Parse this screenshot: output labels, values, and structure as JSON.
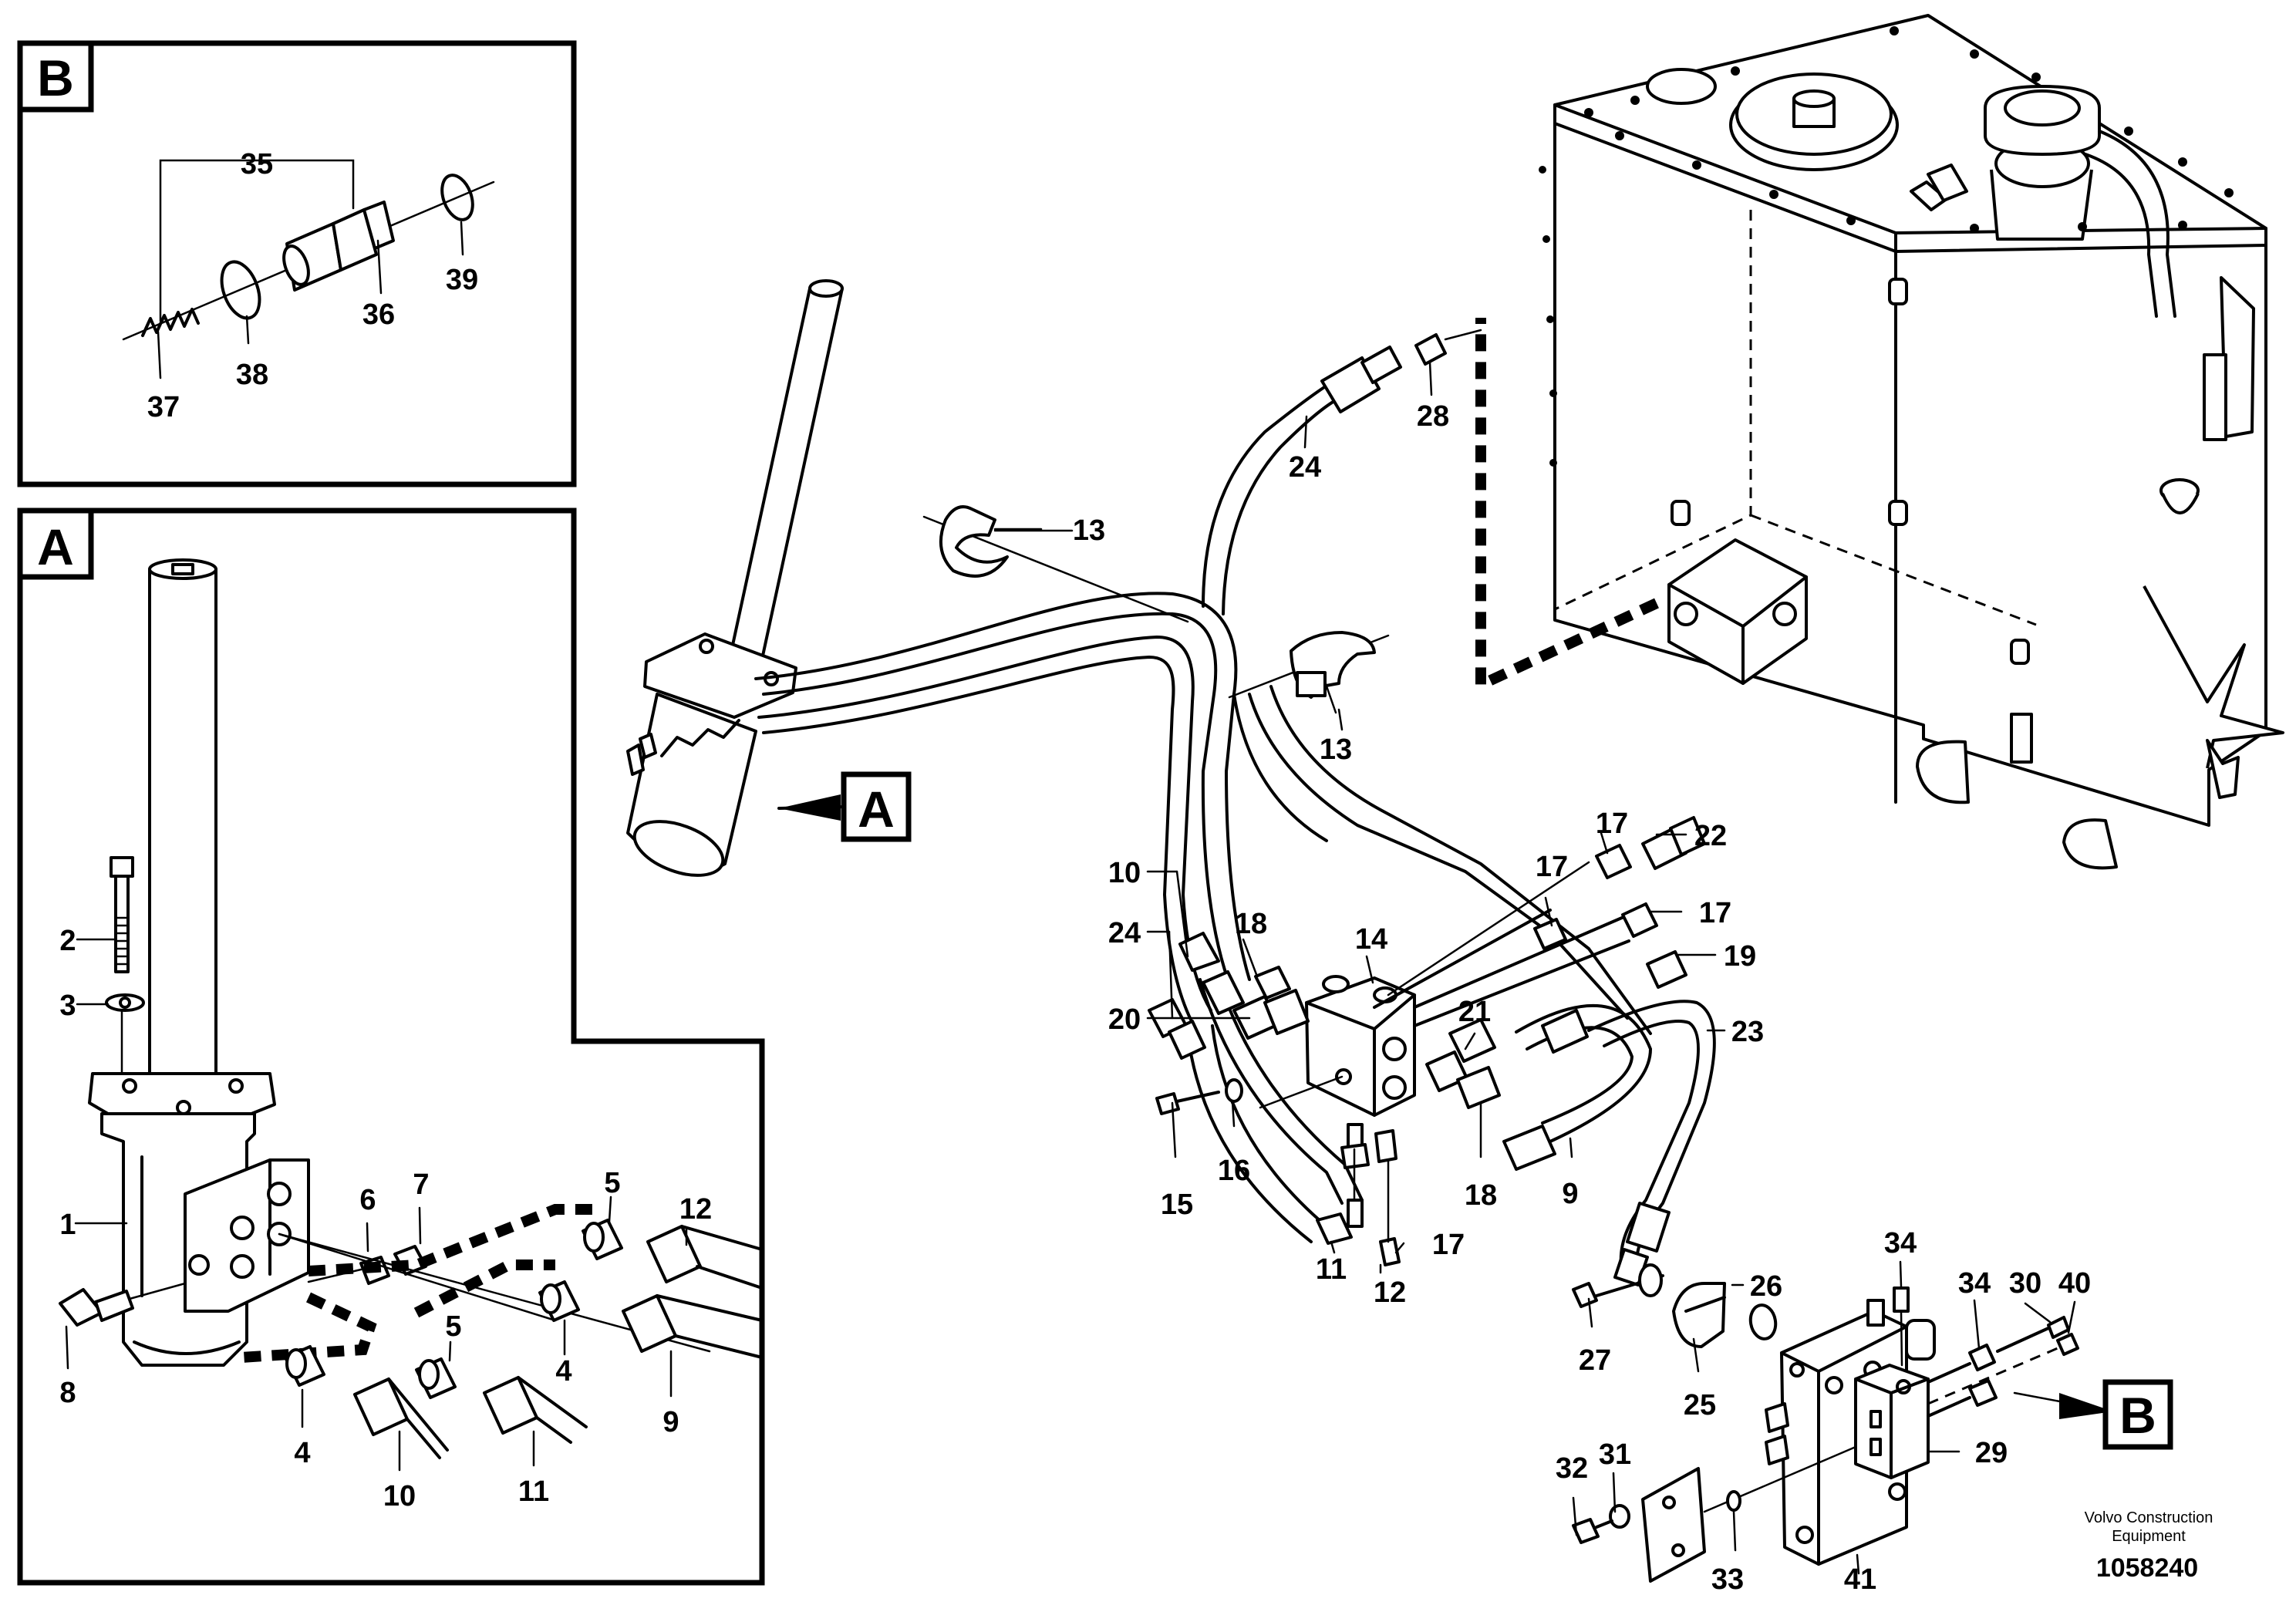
{
  "labels": {
    "detail_b_tag": "B",
    "detail_a_tag": "A",
    "callout_a": "A",
    "callout_b": "B",
    "n1": "1",
    "n2": "2",
    "n3": "3",
    "n4a": "4",
    "n4b": "4",
    "n5a": "5",
    "n5b": "5",
    "n6": "6",
    "n7": "7",
    "n8": "8",
    "n9a": "9",
    "n9b": "9",
    "n10a": "10",
    "n10b": "10",
    "n11a": "11",
    "n11b": "11",
    "n12a": "12",
    "n12b": "12",
    "n13a": "13",
    "n13b": "13",
    "n14": "14",
    "n15": "15",
    "n16": "16",
    "n17a": "17",
    "n17b": "17",
    "n17c": "17",
    "n17d": "17",
    "n18a": "18",
    "n18b": "18",
    "n19": "19",
    "n20": "20",
    "n21": "21",
    "n22": "22",
    "n23": "23",
    "n24a": "24",
    "n24b": "24",
    "n25": "25",
    "n26": "26",
    "n27": "27",
    "n28": "28",
    "n29": "29",
    "n30": "30",
    "n31": "31",
    "n32": "32",
    "n33": "33",
    "n34a": "34",
    "n34b": "34",
    "n35": "35",
    "n36": "36",
    "n37": "37",
    "n38": "38",
    "n39": "39",
    "n40": "40",
    "n41": "41"
  },
  "footer": {
    "brand_line1": "Volvo Construction",
    "brand_line2": "Equipment",
    "drawing_number": "1058240"
  }
}
